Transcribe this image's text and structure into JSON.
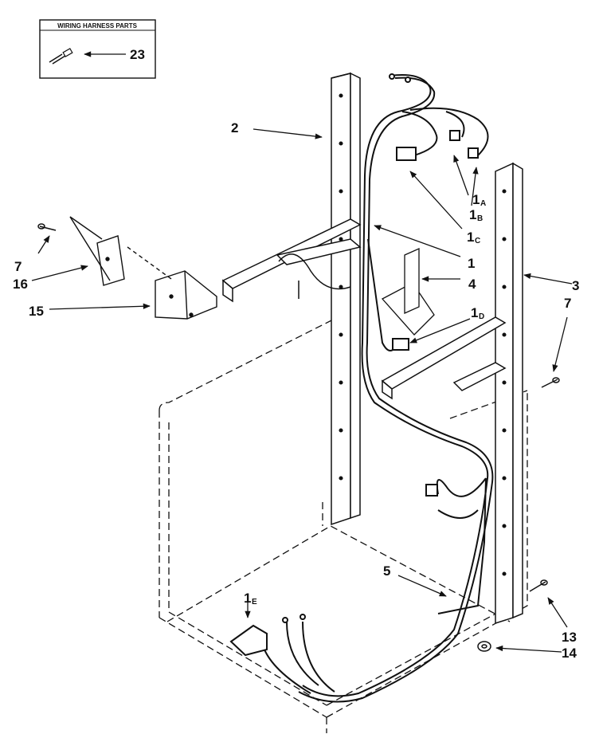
{
  "legend": {
    "title": "WIRING HARNESS PARTS",
    "callout": "23"
  },
  "callouts": [
    {
      "id": "c2",
      "label": "2",
      "sub": ""
    },
    {
      "id": "c1a",
      "label": "1",
      "sub": "A"
    },
    {
      "id": "c1b",
      "label": "1",
      "sub": "B"
    },
    {
      "id": "c1c",
      "label": "1",
      "sub": "C"
    },
    {
      "id": "c1",
      "label": "1",
      "sub": ""
    },
    {
      "id": "c4",
      "label": "4",
      "sub": ""
    },
    {
      "id": "c1d",
      "label": "1",
      "sub": "D"
    },
    {
      "id": "c3",
      "label": "3",
      "sub": ""
    },
    {
      "id": "c7r",
      "label": "7",
      "sub": ""
    },
    {
      "id": "c7l",
      "label": "7",
      "sub": ""
    },
    {
      "id": "c16",
      "label": "16",
      "sub": ""
    },
    {
      "id": "c15",
      "label": "15",
      "sub": ""
    },
    {
      "id": "c5",
      "label": "5",
      "sub": ""
    },
    {
      "id": "c1e",
      "label": "1",
      "sub": "E"
    },
    {
      "id": "c13",
      "label": "13",
      "sub": ""
    },
    {
      "id": "c14",
      "label": "14",
      "sub": ""
    }
  ],
  "colors": {
    "ink": "#111111",
    "paper": "#ffffff"
  }
}
